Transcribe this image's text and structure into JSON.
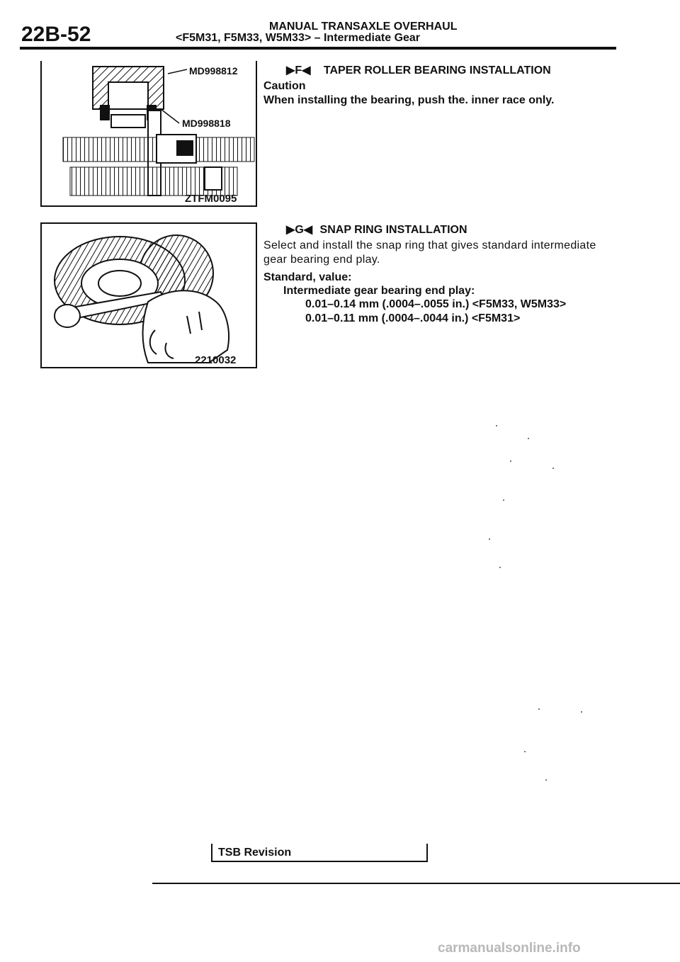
{
  "header": {
    "page_number": "22B-52",
    "section_title": "MANUAL TRANSAXLE OVERHAUL",
    "subtitle": "<F5M31, F5M33, W5M33> – Intermediate Gear"
  },
  "figures": [
    {
      "labels": [
        "MD998812",
        "MD998818"
      ],
      "code": "ZTFM0095"
    },
    {
      "code": "2210032"
    }
  ],
  "procedures": [
    {
      "marker": "F",
      "title": "TAPER ROLLER BEARING INSTALLATION",
      "caution_label": "Caution",
      "caution_text": "When installing the bearing, push the. inner race only."
    },
    {
      "marker": "G",
      "title": "SNAP RING INSTALLATION",
      "body": "Select and install the snap ring that gives standard intermediate gear bearing end play.",
      "std_label": "Standard, value:",
      "std_item": "Intermediate gear bearing end play:",
      "values": [
        "0.01–0.14 mm (.0004–.0055 in.) <F5M33, W5M33>",
        "0.01–0.11 mm (.0004–.0044 in.) <F5M31>"
      ]
    }
  ],
  "footer": {
    "tsb_label": "TSB Revision",
    "watermark": "carmanualsonline.info"
  }
}
